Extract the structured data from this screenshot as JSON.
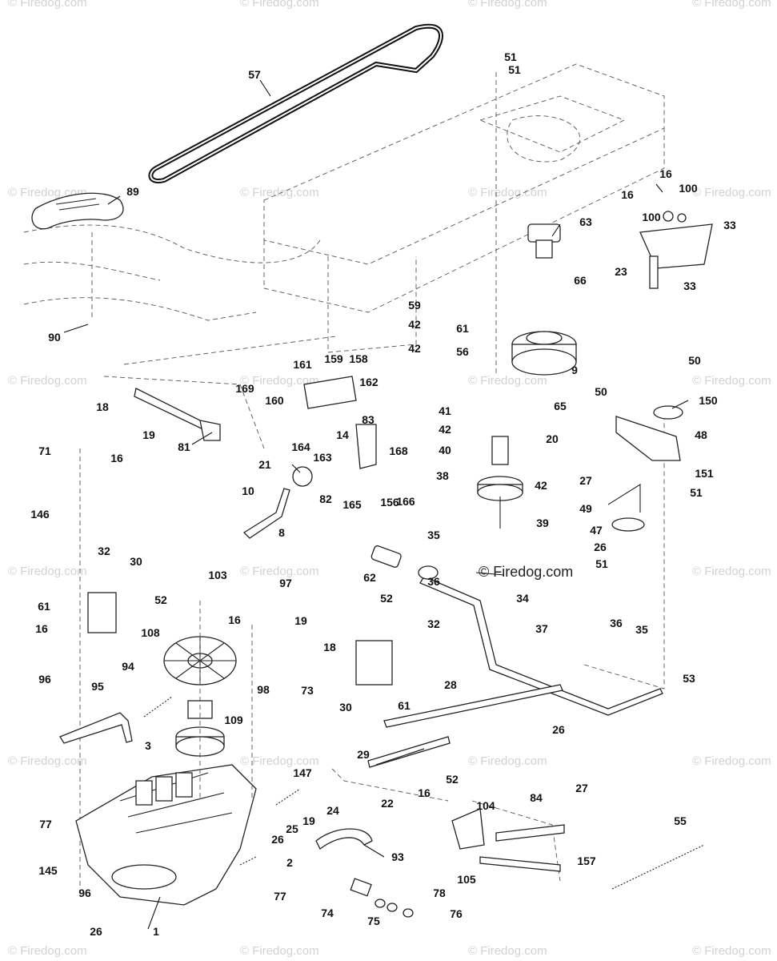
{
  "watermark": "© Firedog.com",
  "brand_mark": "© Firedog.com",
  "callouts": [
    "57",
    "51",
    "51",
    "89",
    "63",
    "16",
    "16",
    "100",
    "100",
    "33",
    "23",
    "33",
    "66",
    "59",
    "42",
    "42",
    "61",
    "56",
    "9",
    "90",
    "169",
    "161",
    "159",
    "158",
    "160",
    "162",
    "50",
    "50",
    "150",
    "41",
    "65",
    "18",
    "42",
    "83",
    "48",
    "81",
    "164",
    "14",
    "19",
    "20",
    "71",
    "16",
    "163",
    "168",
    "40",
    "21",
    "27",
    "151",
    "38",
    "42",
    "51",
    "10",
    "82",
    "165",
    "156",
    "166",
    "49",
    "39",
    "146",
    "8",
    "47",
    "26",
    "62",
    "35",
    "51",
    "32",
    "30",
    "103",
    "97",
    "36",
    "34",
    "61",
    "52",
    "52",
    "16",
    "19",
    "108",
    "16",
    "18",
    "32",
    "37",
    "36",
    "35",
    "94",
    "73",
    "98",
    "30",
    "61",
    "53",
    "96",
    "95",
    "28",
    "109",
    "26",
    "3",
    "29",
    "147",
    "27",
    "52",
    "16",
    "104",
    "84",
    "22",
    "77",
    "26",
    "25",
    "19",
    "24",
    "55",
    "93",
    "145",
    "2",
    "105",
    "157",
    "78",
    "96",
    "77",
    "74",
    "75",
    "76",
    "26",
    "1"
  ]
}
